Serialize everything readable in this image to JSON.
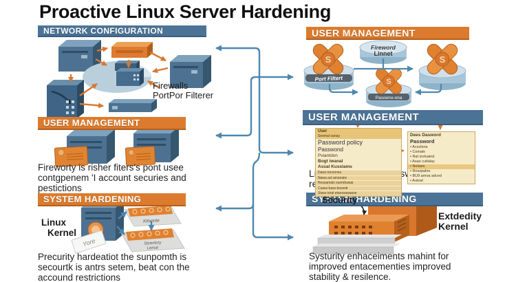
{
  "title": "Proactive Linux Server Hardening",
  "colors": {
    "steel_blue": "#4b7396",
    "orange": "#dc7b2d",
    "connector_blue": "#4e87ae",
    "table_tan": "#f6ebc9"
  },
  "sections": {
    "network": {
      "header": "NETWORK CONFIGURATION",
      "firewall_label": [
        "Firewalls",
        "PortPor Filterer"
      ]
    },
    "user_left": {
      "header": "USER MANAGEMENT",
      "caption": [
        "Fireworty is risher fiters's pont usee",
        "contgpenem 'I account securies and",
        "pestictions"
      ]
    },
    "hardening_left": {
      "header": "SYSTEM HARDENING",
      "kernel_label": [
        "Linux",
        "Kernel"
      ],
      "ribbon_tag": "Yore",
      "card1": "Kttsonte",
      "card2": [
        "Stcentory",
        "Lense"
      ],
      "caption": [
        "Precurity hardeatiot the sunpomth is",
        "secourtk is antrs setem, beat con the",
        "accound restrictions"
      ]
    },
    "user_top_right": {
      "header": "USER MANAGEMENT",
      "badge_letter": "S",
      "db_top": [
        "Fireword",
        "Linnet"
      ],
      "db_left": "Port Filtert",
      "db_bottom": "Pasoeno-ona"
    },
    "user_mid_right": {
      "header": "USER MANAGEMENT",
      "left_table": [
        "User",
        "Seemal oanay",
        "Password policy",
        "Passwond",
        "Pviantdon",
        "Bogt iwanal",
        "Assal Kusslams",
        "Daiss tonvones",
        "Nawa asl amanaiw",
        "Ressamals xuombuwai",
        "Cuass bass bossoti",
        "Stass total etanssuwasse"
      ],
      "right_table": [
        "Dees Dasword",
        "Password",
        "• Acsolsna",
        "• Coinalo",
        "• Rat izoluaind",
        "• Asao cutlalay",
        "• Nolaws",
        "• Rosspalno",
        "• BU9 amoa adced",
        "• Autoal"
      ],
      "caption": [
        "Limoount timar & passwora, and",
        "restrictions"
      ]
    },
    "hardening_right": {
      "header": "SYSTEM HARDENING",
      "security_label": "Security",
      "kernel_label": [
        "Extdedity",
        "Kernel"
      ],
      "caption": [
        "Systurity enhaceiments mahint for",
        "improved entacementies improved",
        "stability & resilence."
      ]
    }
  }
}
